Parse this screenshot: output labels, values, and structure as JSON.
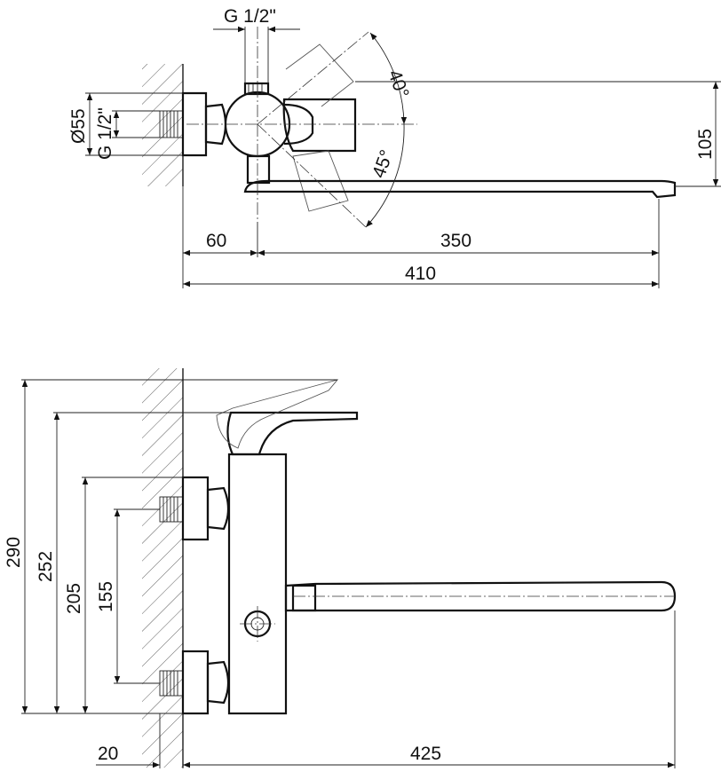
{
  "top_view": {
    "thread_label": "G 1/2\"",
    "angle_upper": "40°",
    "angle_lower": "45°",
    "dia_label": "Ø55",
    "thread_side_label": "G 1/2\"",
    "dim_height": "105",
    "dim_offset": "60",
    "dim_spout": "350",
    "dim_total": "410"
  },
  "front_view": {
    "dim_290": "290",
    "dim_252": "252",
    "dim_205": "205",
    "dim_155": "155",
    "dim_20": "20",
    "dim_425": "425"
  }
}
